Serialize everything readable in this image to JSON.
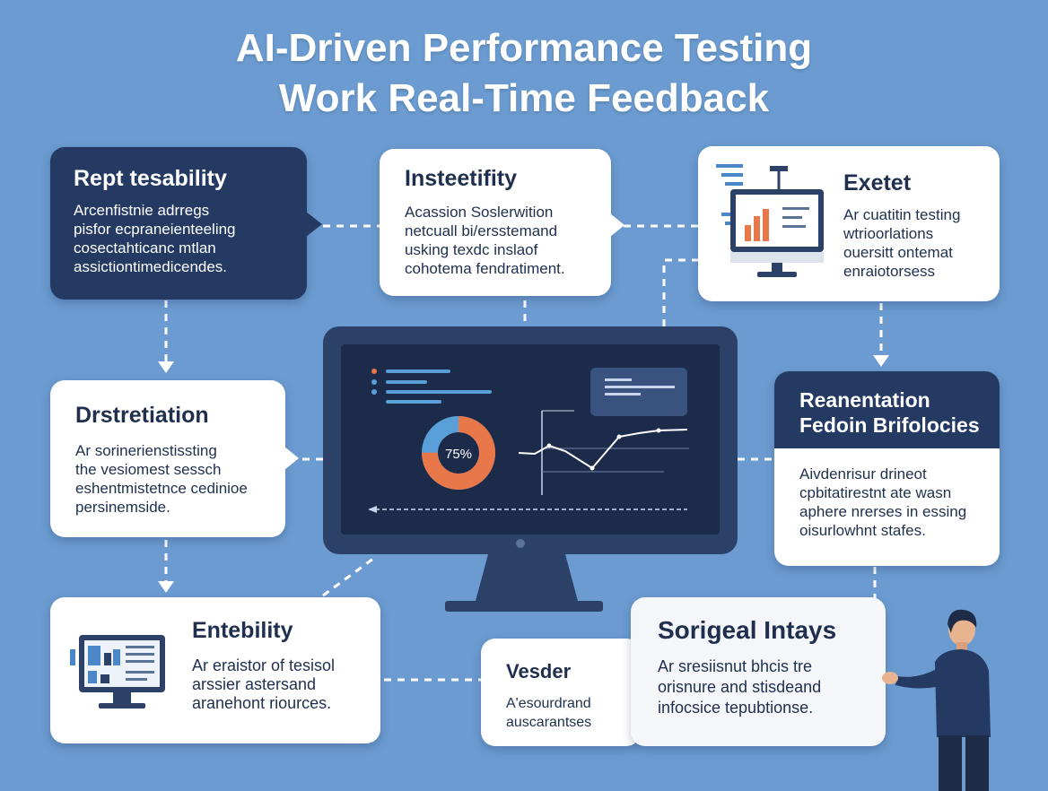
{
  "title": {
    "line1": "AI-Driven Performance Testing",
    "line2": "Work Real-Time Feedback"
  },
  "cards": {
    "repeatability": {
      "heading": "Rept tesability",
      "lines": [
        "Arcenfistnie adrregs",
        "pisfor ecpraneienteeling",
        "cosectahticanc mtlan",
        "assictiontimedicendes."
      ]
    },
    "insteetifity": {
      "heading": "Insteetifity",
      "lines": [
        "Acassion Soslerwition",
        "netcuall bi/ersstemand",
        "usking texdc inslaof",
        "cohotema fendratiment."
      ]
    },
    "exetet": {
      "heading": "Exetet",
      "lines": [
        "Ar cuatitin testing",
        "wtrioorlations",
        "ouersitt ontemat",
        "enraiotorsess"
      ]
    },
    "drstretiation": {
      "heading": "Drstretiation",
      "lines": [
        "Ar sorinerienstissting",
        "the vesiomest sessch",
        "eshentmistetnce cedinioe",
        "persinemside."
      ]
    },
    "reanentation": {
      "heading_line1": "Reanentation",
      "heading_line2": "Fedoin Brifolocies",
      "lines": [
        "Aivdenrisur drineot",
        "cpbitatirestnt ate wasn",
        "aphere nrerses in essing",
        "oisurlowhnt stafes."
      ]
    },
    "entebility": {
      "heading": "Entebility",
      "lines": [
        "Ar eraistor of tesisol",
        "arssier astersand",
        "aranehont riources."
      ]
    },
    "vesder": {
      "heading": "Vesder",
      "lines": [
        "A'esourdrand",
        "auscarantses"
      ]
    },
    "sorigeal": {
      "heading": "Sorigeal Intays",
      "lines": [
        "Ar sresiisnut bhcis tre",
        "orisnure and stisdeand",
        "infocsice tepubtionse."
      ]
    }
  },
  "dashboard": {
    "donut_label": "75%",
    "donut_percent": 75
  },
  "colors": {
    "background": "#6b9bd0",
    "dark_card": "#243a63",
    "accent_orange": "#e8774a",
    "accent_blue": "#5aa0d8"
  },
  "icons": [
    "monitor-chart-icon",
    "person-figure-icon",
    "laptop-dashboard-icon"
  ]
}
